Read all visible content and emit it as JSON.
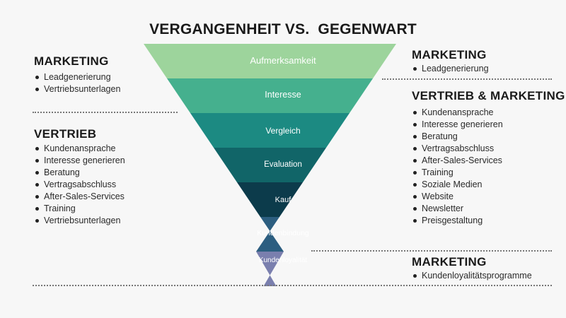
{
  "title": "VERGANGENHEIT VS.  GEGENWART",
  "funnel": {
    "stages": [
      {
        "label": "Aufmerksamkeit",
        "color": "#9dd49c"
      },
      {
        "label": "Interesse",
        "color": "#45b08e"
      },
      {
        "label": "Vergleich",
        "color": "#1c8a82"
      },
      {
        "label": "Evaluation",
        "color": "#116568"
      },
      {
        "label": "Kauf",
        "color": "#0c3b4b"
      },
      {
        "label": "Kundenbindung",
        "color": "#2c5e80"
      },
      {
        "label": "Kundenloyalität",
        "color": "#7a7fae"
      }
    ]
  },
  "left": {
    "marketing": {
      "heading": "MARKETING",
      "items": [
        "Leadgenerierung",
        "Vertriebsunterlagen"
      ]
    },
    "vertrieb": {
      "heading": "VERTRIEB",
      "items": [
        "Kundenansprache",
        "Interesse generieren",
        "Beratung",
        "Vertragsabschluss",
        "After-Sales-Services",
        "Training",
        "Vertriebsunterlagen"
      ]
    }
  },
  "right": {
    "marketing": {
      "heading": "MARKETING",
      "items": [
        "Leadgenerierung"
      ]
    },
    "vertrieb_marketing": {
      "heading": "VERTRIEB & MARKETING",
      "items": [
        "Kundenansprache",
        "Interesse generieren",
        "Beratung",
        "Vertragsabschluss",
        "After-Sales-Services",
        "Training",
        "Soziale Medien",
        "Website",
        "Newsletter",
        "Preisgestaltung"
      ]
    },
    "marketing_bottom": {
      "heading": "MARKETING",
      "items": [
        "Kundenloyalitätsprogramme"
      ]
    }
  }
}
